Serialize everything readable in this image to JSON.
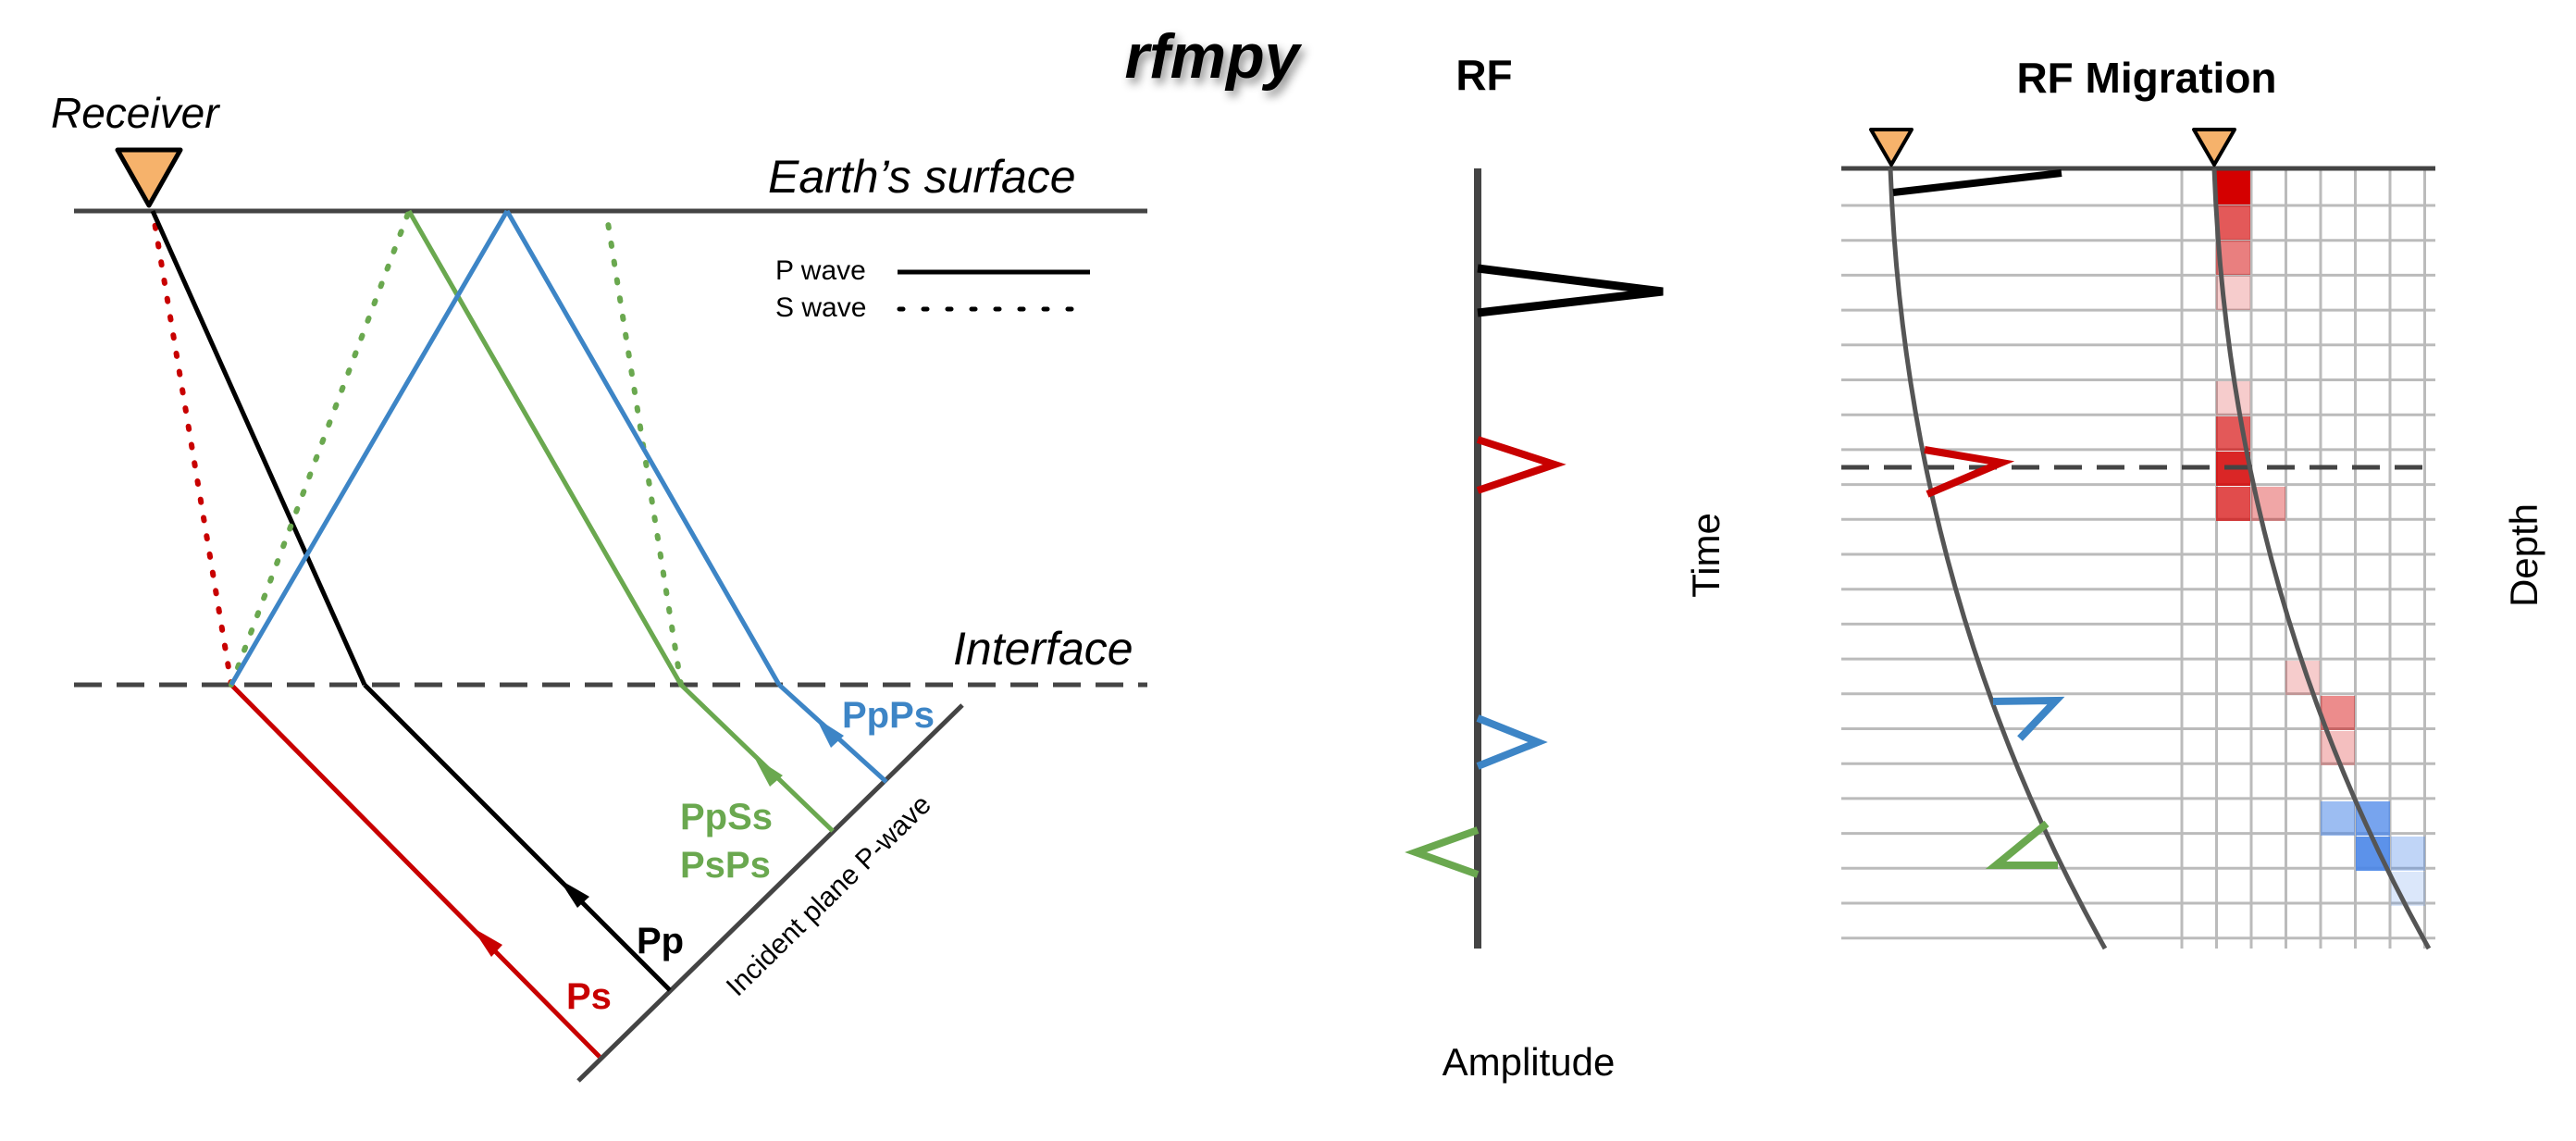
{
  "colors": {
    "p_wave": "#000000",
    "ps": "#c80000",
    "ppss": "#6aa84f",
    "ppps": "#3d85c6",
    "receiver": "#f6b26b",
    "axis": "#444444",
    "grid": "#bbbbbb",
    "cell_red": "#d40000",
    "cell_blue": "#4a86e8"
  },
  "title": "rfmpy",
  "ray_diagram": {
    "receiver_label": "Receiver",
    "surface_label": "Earth’s surface",
    "interface_label": "Interface",
    "legend": {
      "p_wave": "P wave",
      "s_wave": "S wave"
    },
    "phases": {
      "ps": "Ps",
      "pp": "Pp",
      "ppss": "PpSs",
      "psps": "PsPs",
      "ppps": "PpPs"
    },
    "incident_label": "Incident plane P-wave"
  },
  "rf_trace": {
    "title": "RF",
    "time_label": "Time",
    "amplitude_label": "Amplitude"
  },
  "migration": {
    "title": "RF Migration",
    "depth_label": "Depth"
  }
}
